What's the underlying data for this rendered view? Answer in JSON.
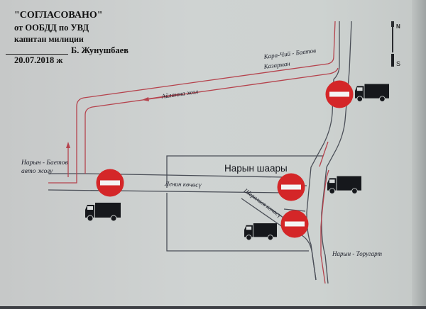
{
  "approval": {
    "title": "\"СОГЛАСОВАНО\"",
    "org": "от ООБДД по УВД",
    "rank": "капитан милиции",
    "signatory": "Б.  Жунушбаев",
    "date": "20.07.2018 ж"
  },
  "compass": {
    "north": "N",
    "south": "S"
  },
  "labels": {
    "kara_chii": "Кара-Чий - Баетов",
    "kazarman": "Казарман",
    "aiylanma": "Айланма жол",
    "naryn_baetov": "Нарын - Баетов",
    "avto_jolu": "авто жолу",
    "city": "Нарын шаары",
    "lenin": "Ленин көчөсү",
    "sheraliev": "Шералиев көчөсү",
    "naryn_torugart": "Нарын - Торугарт"
  },
  "colors": {
    "road_line": "#4a4e57",
    "detour_route": "#b5434d",
    "no_entry_red": "#d42628",
    "truck": "#16181c"
  },
  "signs": [
    {
      "name": "no-entry-kara-chii"
    },
    {
      "name": "no-entry-naryn-baetov"
    },
    {
      "name": "no-entry-lenin"
    },
    {
      "name": "no-entry-sheraliev"
    }
  ],
  "trucks": [
    {
      "name": "truck-kara-chii"
    },
    {
      "name": "truck-naryn-baetov"
    },
    {
      "name": "truck-torugart"
    },
    {
      "name": "truck-sheraliev"
    }
  ]
}
